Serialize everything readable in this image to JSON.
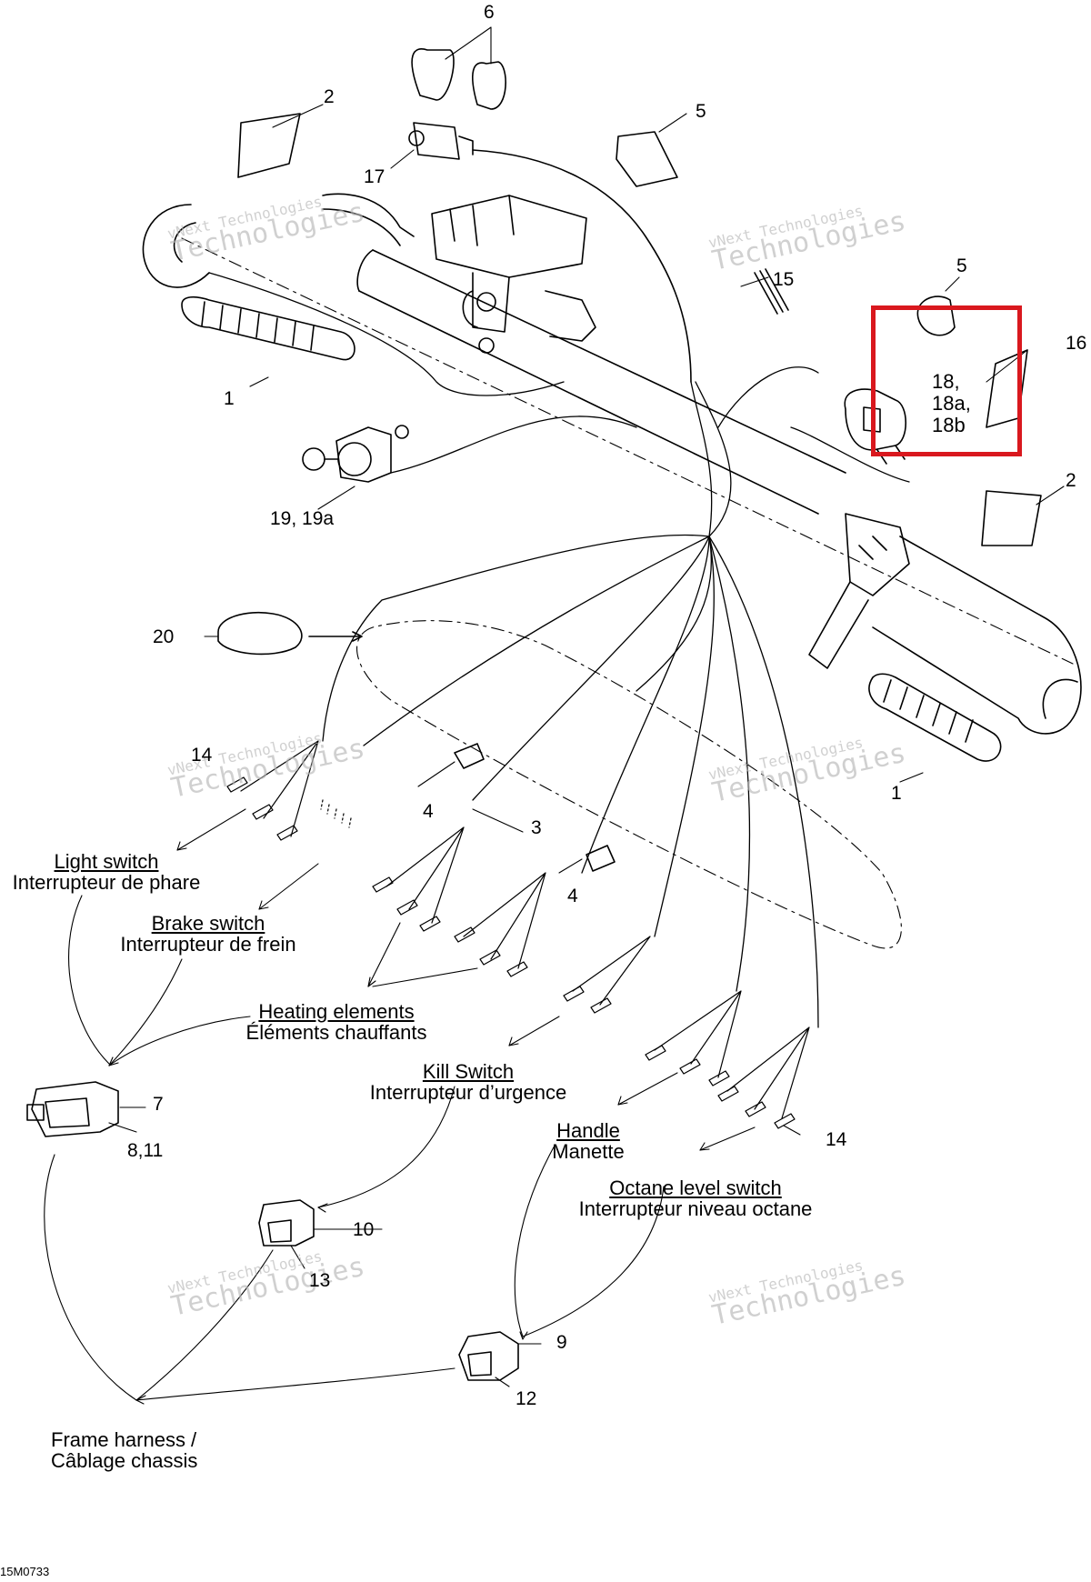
{
  "diagram": {
    "callouts": {
      "c6": "6",
      "c2a": "2",
      "c5a": "5",
      "c17": "17",
      "c15": "15",
      "c5b": "5",
      "c16": "16",
      "c1a": "1",
      "c19": "19, 19a",
      "c2b": "2",
      "c20": "20",
      "c14a": "14",
      "c4a": "4",
      "c3": "3",
      "c4b": "4",
      "c1b": "1",
      "c7": "7",
      "c8": "8,11",
      "c10": "10",
      "c13": "13",
      "c9": "9",
      "c12": "12",
      "c14b": "14"
    },
    "highlight": {
      "line1": "18,",
      "line2": "18a,",
      "line3": "18b",
      "color": "#d9181e"
    },
    "functions": {
      "light_switch": {
        "en": "Light switch",
        "fr": "Interrupteur de phare"
      },
      "brake_switch": {
        "en": "Brake switch",
        "fr": "Interrupteur de frein"
      },
      "heating_elements": {
        "en": "Heating elements",
        "fr": "Éléments chauffants"
      },
      "kill_switch": {
        "en": "Kill Switch",
        "fr": "Interrupteur d’urgence"
      },
      "handle": {
        "en": "Handle",
        "fr": "Manette"
      },
      "octane_switch": {
        "en": "Octane level switch",
        "fr": "Interrupteur niveau octane"
      }
    },
    "frame_harness": {
      "line1": "Frame harness /",
      "line2": "Câblage chassis"
    },
    "drawing_code": "15M0733",
    "watermark": {
      "line1": "vNext Technologies",
      "line2": "vNext",
      "line3": "Technologies"
    }
  }
}
